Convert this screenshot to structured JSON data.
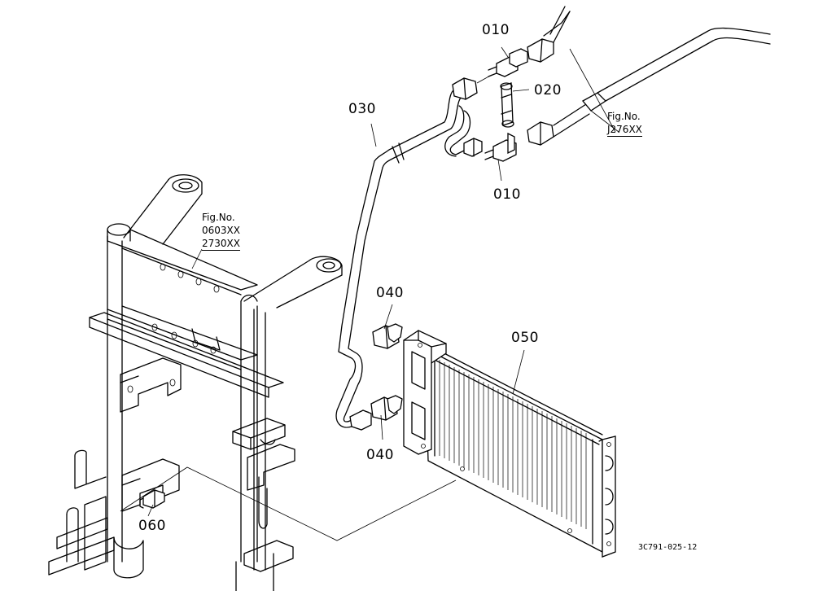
{
  "parts": {
    "p010_top": "010",
    "p020": "020",
    "p030": "030",
    "p010_bottom": "010",
    "p040_top": "040",
    "p050": "050",
    "p040_bottom": "040",
    "p060": "060"
  },
  "refs": {
    "right": {
      "fig": "Fig.No.",
      "num1": "J276XX"
    },
    "left": {
      "fig": "Fig.No.",
      "num1": "0603XX",
      "num2": "2730XX"
    }
  },
  "drawing_code": "3C791-025-12"
}
